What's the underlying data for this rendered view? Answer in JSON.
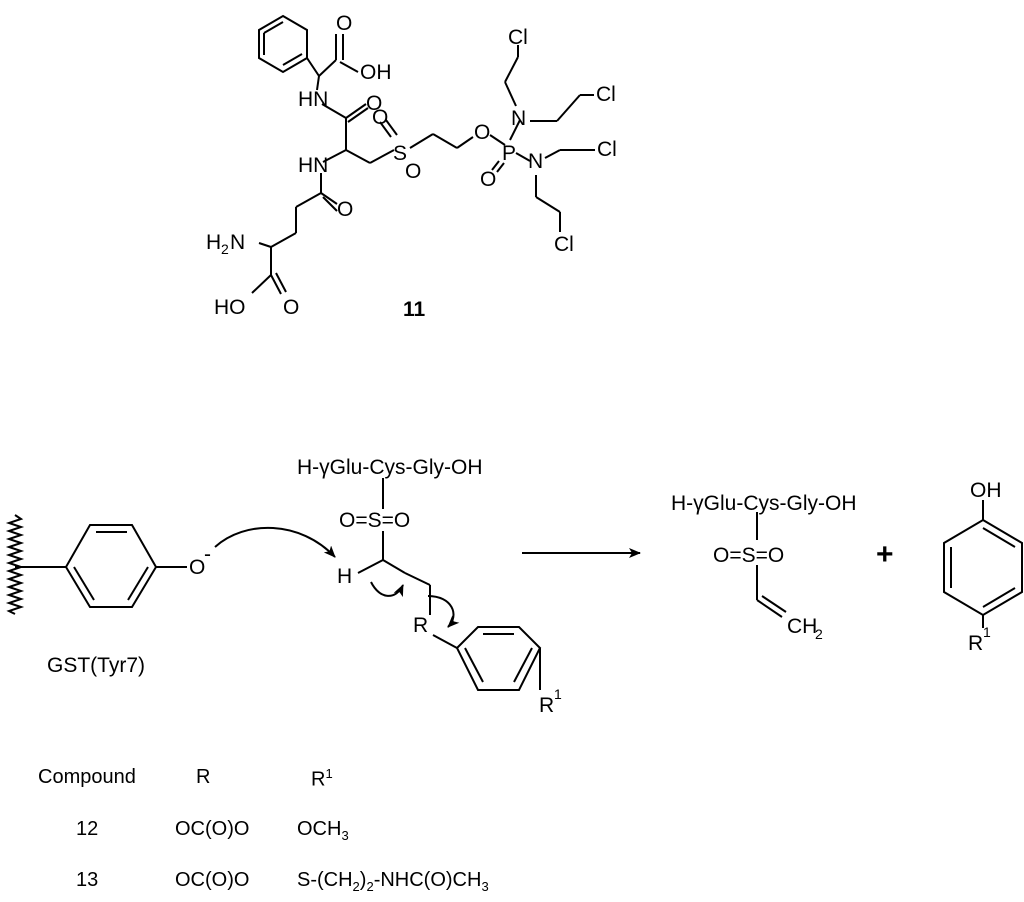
{
  "compound11": {
    "label": "11",
    "atoms": {
      "cooh_o": "O",
      "cooh_oh": "OH",
      "hn_top": "HN",
      "amide_o_top": "O",
      "hn_mid": "HN",
      "amide_o_mid": "O",
      "h2n": "H",
      "h2n_sub": "2",
      "h2n_n": "N",
      "bottom_ho": "HO",
      "bottom_o": "O",
      "sulfone_s": "S",
      "sulfone_o1": "O",
      "sulfone_o2": "O",
      "ester_o": "O",
      "p_atom": "P",
      "p_o": "O",
      "n_upper": "N",
      "n_lower": "N",
      "cl1": "Cl",
      "cl2": "Cl",
      "cl3": "Cl",
      "cl4": "Cl"
    }
  },
  "mechanism": {
    "enzyme_label": "GST(Tyr7)",
    "phenoxide_o": "O",
    "phenoxide_charge": "-",
    "peptide": "H-γGlu-Cys-Gly-OH",
    "so2": "O=S=O",
    "h_atom": "H",
    "r_atom": "R",
    "r1_atom": "R",
    "r1_sup": "1"
  },
  "products": {
    "peptide": "H-γGlu-Cys-Gly-OH",
    "so2": "O=S=O",
    "ch2": "CH",
    "ch2_sub": "2",
    "plus": "+",
    "phenol_oh": "OH",
    "r1_atom": "R",
    "r1_sup": "1"
  },
  "table": {
    "headers": {
      "compound": "Compound",
      "r": "R",
      "r1": "R",
      "r1_sup": "1"
    },
    "rows": [
      {
        "compound": "12",
        "r": "OC(O)O",
        "r1_parts": [
          "OCH",
          "3",
          ""
        ]
      },
      {
        "compound": "13",
        "r": "OC(O)O",
        "r1_parts": [
          "S-(CH",
          "2",
          ")",
          "2",
          "-NHC(O)CH",
          "3"
        ]
      }
    ]
  }
}
